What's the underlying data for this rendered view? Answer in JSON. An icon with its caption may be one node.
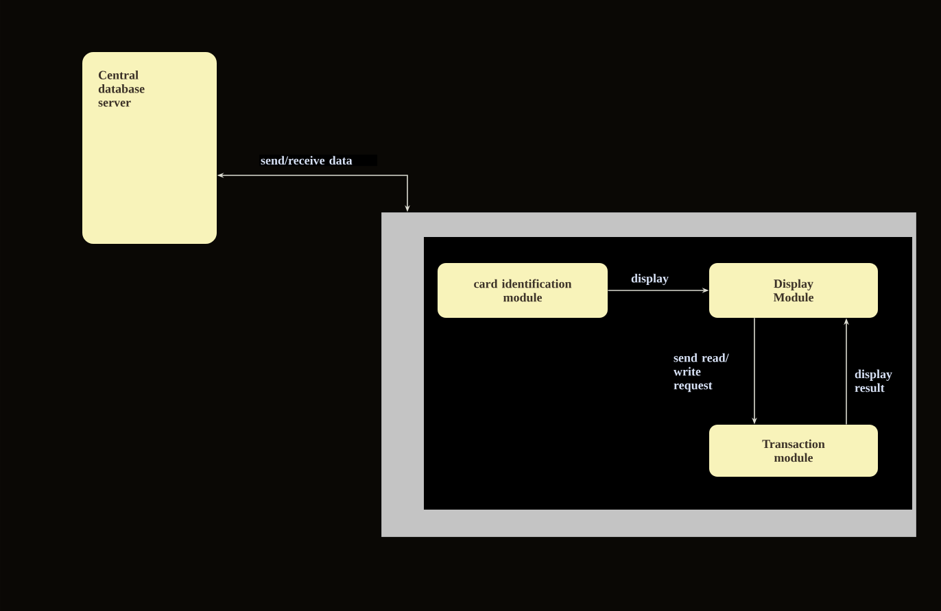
{
  "diagram": {
    "nodes": [
      {
        "text": [
          "Central database server"
        ]
      },
      {
        "text": [],
        "shape": "box"
      },
      {
        "text": [
          "card identification module"
        ],
        "in": 1
      },
      {
        "text": [
          "Display Module"
        ],
        "in": 1
      },
      {
        "text": [
          "Transaction module"
        ],
        "in": 1
      }
    ],
    "edges": [
      {
        "from": 0,
        "to": 1,
        "arrow": "both",
        "label": "send/receive data"
      },
      {
        "from": 2,
        "to": 3,
        "arrow": "to",
        "label": "display"
      },
      {
        "from": 3,
        "to": 4,
        "arrow": "to",
        "label": "send read/ write request"
      },
      {
        "from": 4,
        "to": 3,
        "arrow": "to",
        "label": "display result"
      }
    ]
  }
}
